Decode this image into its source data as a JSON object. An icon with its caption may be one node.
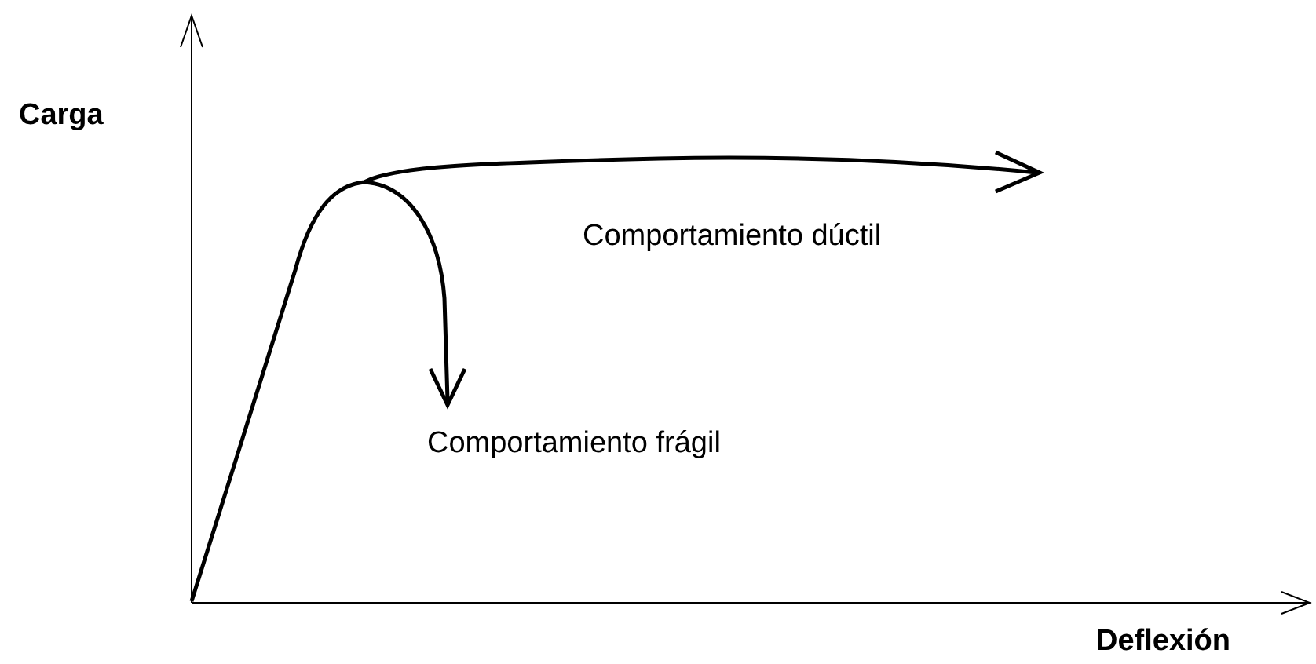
{
  "diagram": {
    "labels": [
      "Carga",
      "Comportamiento dúctil",
      "Comportamiento frágil",
      "Deflexión"
    ]
  }
}
